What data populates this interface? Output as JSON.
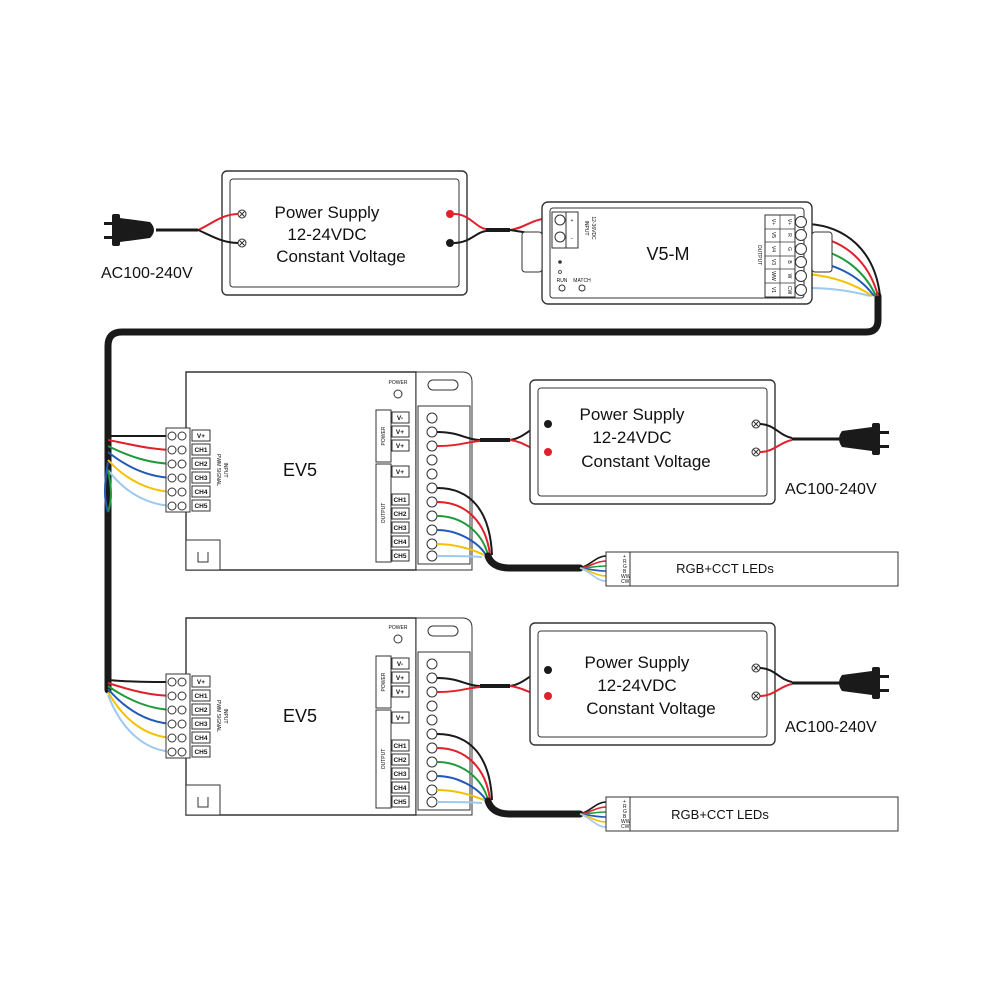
{
  "colors": {
    "red": "#e0202a",
    "black": "#1a1a1a",
    "green": "#1f9a3a",
    "blue": "#2159b8",
    "yellow": "#f2c200",
    "light_blue": "#9cc9ee",
    "outline": "#333333"
  },
  "icons": [
    "ac-plug-icon",
    "screw-terminal-icon",
    "status-led-icon",
    "mounting-slot-icon"
  ],
  "power_supplies": [
    {
      "line1": "Power Supply",
      "line2": "12-24VDC",
      "line3": "Constant Voltage",
      "ac_label": "AC100-240V"
    },
    {
      "line1": "Power Supply",
      "line2": "12-24VDC",
      "line3": "Constant Voltage",
      "ac_label": "AC100-240V"
    },
    {
      "line1": "Power Supply",
      "line2": "12-24VDC",
      "line3": "Constant Voltage",
      "ac_label": "AC100-240V"
    }
  ],
  "controller": {
    "name": "V5-M",
    "input_label": "INPUT",
    "input_voltage": "12-36VDC",
    "output_label": "OUTPUT",
    "run_label": "RUN",
    "match_label": "MATCH",
    "output_rows": [
      [
        "V+",
        "V+"
      ],
      [
        "R",
        "V5"
      ],
      [
        "G",
        "V4"
      ],
      [
        "B",
        "V3"
      ],
      [
        "W",
        "WW"
      ],
      [
        "CW",
        "V1"
      ]
    ]
  },
  "repeaters": [
    {
      "name": "EV5",
      "power_led_label": "POWER",
      "input_label": "INPUT",
      "input_sub_label": "PWM SIGNAL",
      "power_group_label": "POWER",
      "output_group_label": "OUTPUT",
      "input_terminals": [
        "V+",
        "CH1",
        "CH2",
        "CH3",
        "CH4",
        "CH5"
      ],
      "right_terminals": [
        "V-",
        "V+",
        "V+",
        "V+",
        "CH1",
        "CH2",
        "CH3",
        "CH4",
        "CH5"
      ]
    },
    {
      "name": "EV5",
      "power_led_label": "POWER",
      "input_label": "INPUT",
      "input_sub_label": "PWM SIGNAL",
      "power_group_label": "POWER",
      "output_group_label": "OUTPUT",
      "input_terminals": [
        "V+",
        "CH1",
        "CH2",
        "CH3",
        "CH4",
        "CH5"
      ],
      "right_terminals": [
        "V-",
        "V+",
        "V+",
        "V+",
        "CH1",
        "CH2",
        "CH3",
        "CH4",
        "CH5"
      ]
    }
  ],
  "led_strips": [
    {
      "label": "RGB+CCT LEDs",
      "pins": [
        "+",
        "R",
        "G",
        "B",
        "WW",
        "CW"
      ]
    },
    {
      "label": "RGB+CCT LEDs",
      "pins": [
        "+",
        "R",
        "G",
        "B",
        "WW",
        "CW"
      ]
    }
  ]
}
